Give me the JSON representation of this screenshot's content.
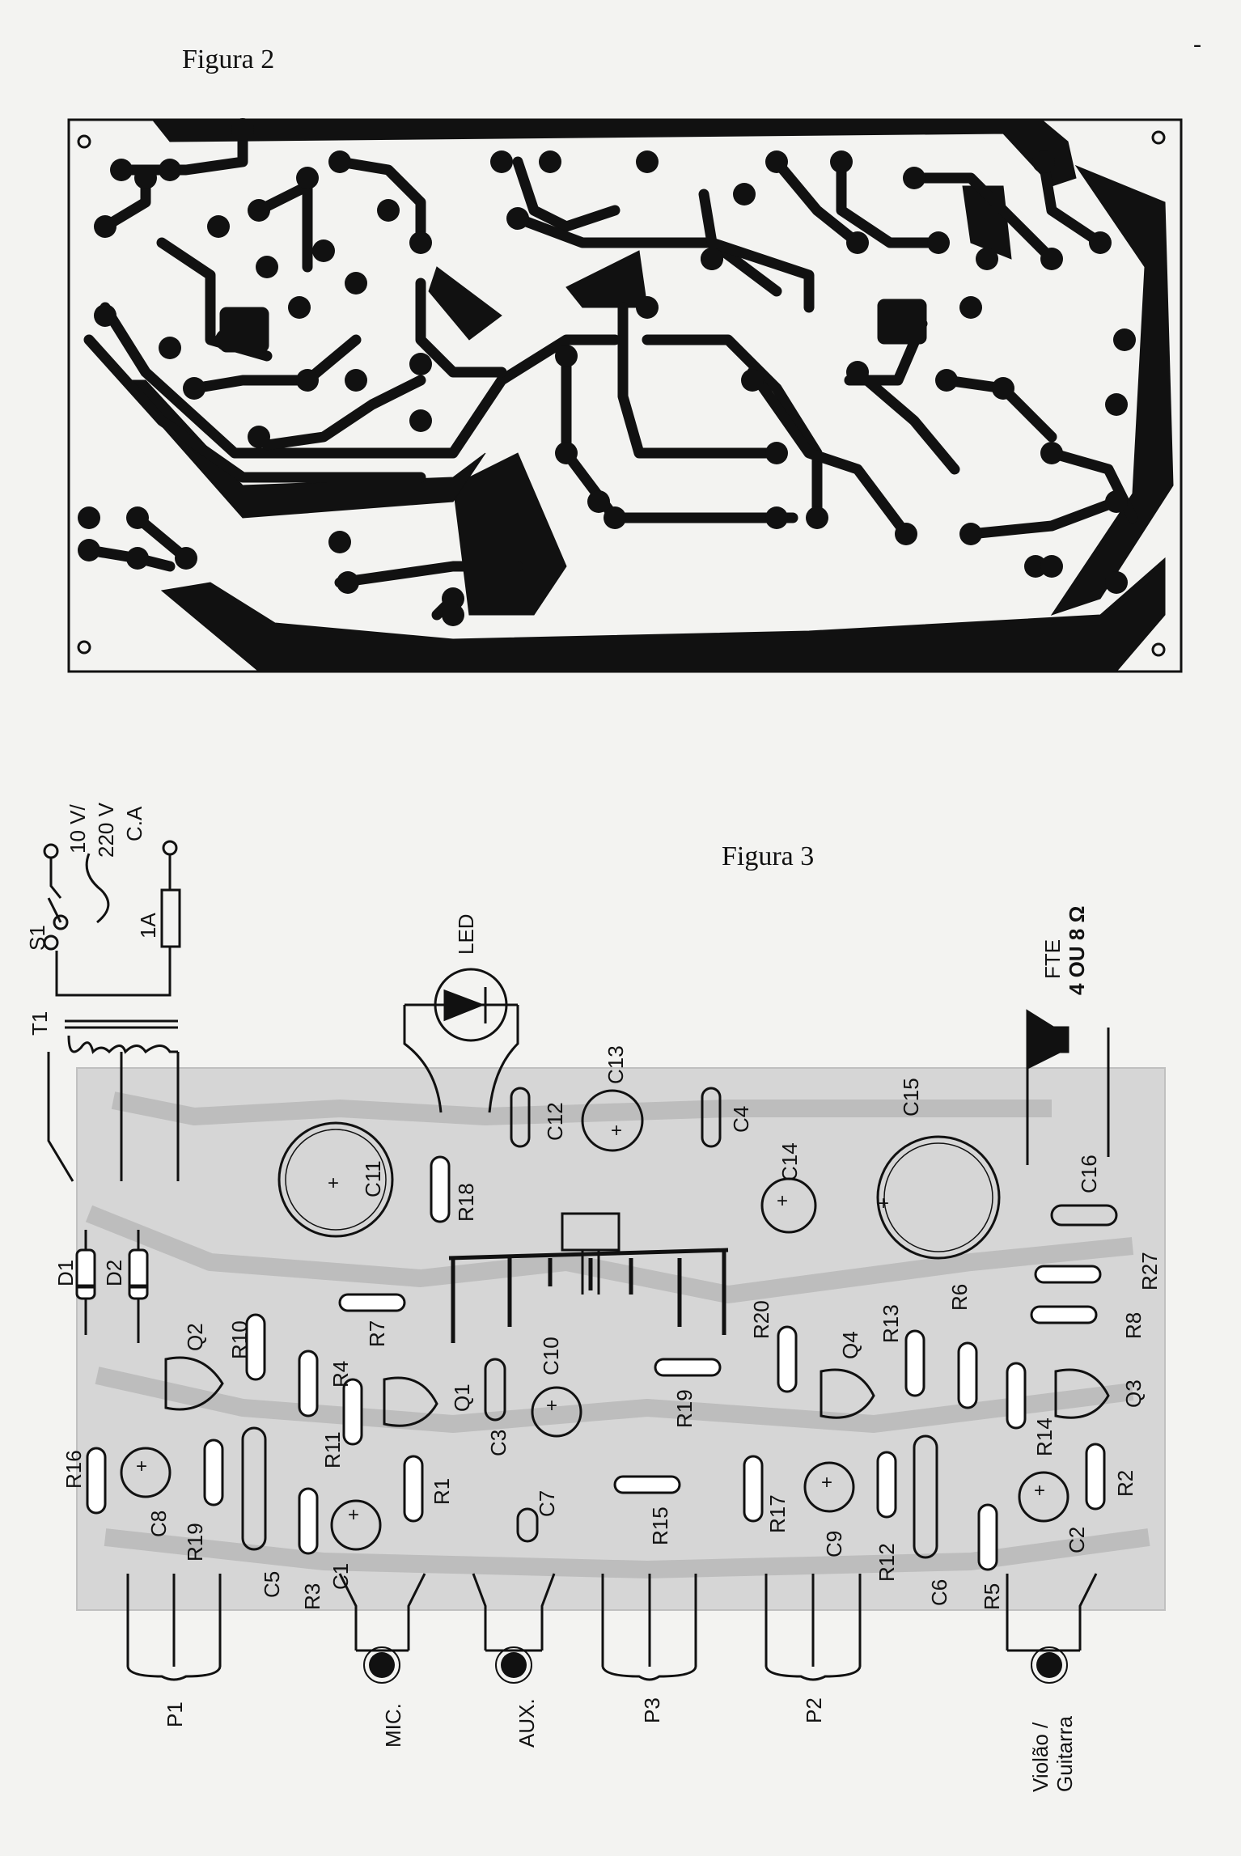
{
  "figures": {
    "fig2_title": "Figura 2",
    "fig3_title": "Figura 3",
    "page_mark": "-"
  },
  "labels": {
    "voltage_1": "10 V/",
    "voltage_2": "220 V",
    "voltage_3": "C.A",
    "fuse": "1A",
    "switch": "S1",
    "transformer": "T1",
    "led": "LED",
    "speaker_1": "FTE",
    "speaker_2": "4 OU 8 Ω",
    "mic": "MIC.",
    "aux": "AUX.",
    "guitar_1": "Violão /",
    "guitar_2": "Guitarra",
    "p1": "P1",
    "p2": "P2",
    "p3": "P3"
  },
  "components": {
    "C1": "C1",
    "C2": "C2",
    "C3": "C3",
    "C4": "C4",
    "C5": "C5",
    "C6": "C6",
    "C7": "C7",
    "C8": "C8",
    "C9": "C9",
    "C10": "C10",
    "C11": "C11",
    "C12": "C12",
    "C13": "C13",
    "C14": "C14",
    "C15": "C15",
    "C16": "C16",
    "R1": "R1",
    "R2": "R2",
    "R3": "R3",
    "R4": "R4",
    "R5": "R5",
    "R6": "R6",
    "R7": "R7",
    "R8": "R8",
    "R10": "R10",
    "R11": "R11",
    "R12": "R12",
    "R13": "R13",
    "R14": "R14",
    "R15": "R15",
    "R16": "R16",
    "R17": "R17",
    "R18": "R18",
    "R19a": "R19",
    "R19b": "R19",
    "R20": "R20",
    "R27": "R27",
    "Q1": "Q1",
    "Q2": "Q2",
    "Q3": "Q3",
    "Q4": "Q4",
    "D1": "D1",
    "D2": "D2"
  },
  "colors": {
    "ink": "#111111",
    "board_shade": "#c9c9c9",
    "paper": "#f3f3f1"
  }
}
